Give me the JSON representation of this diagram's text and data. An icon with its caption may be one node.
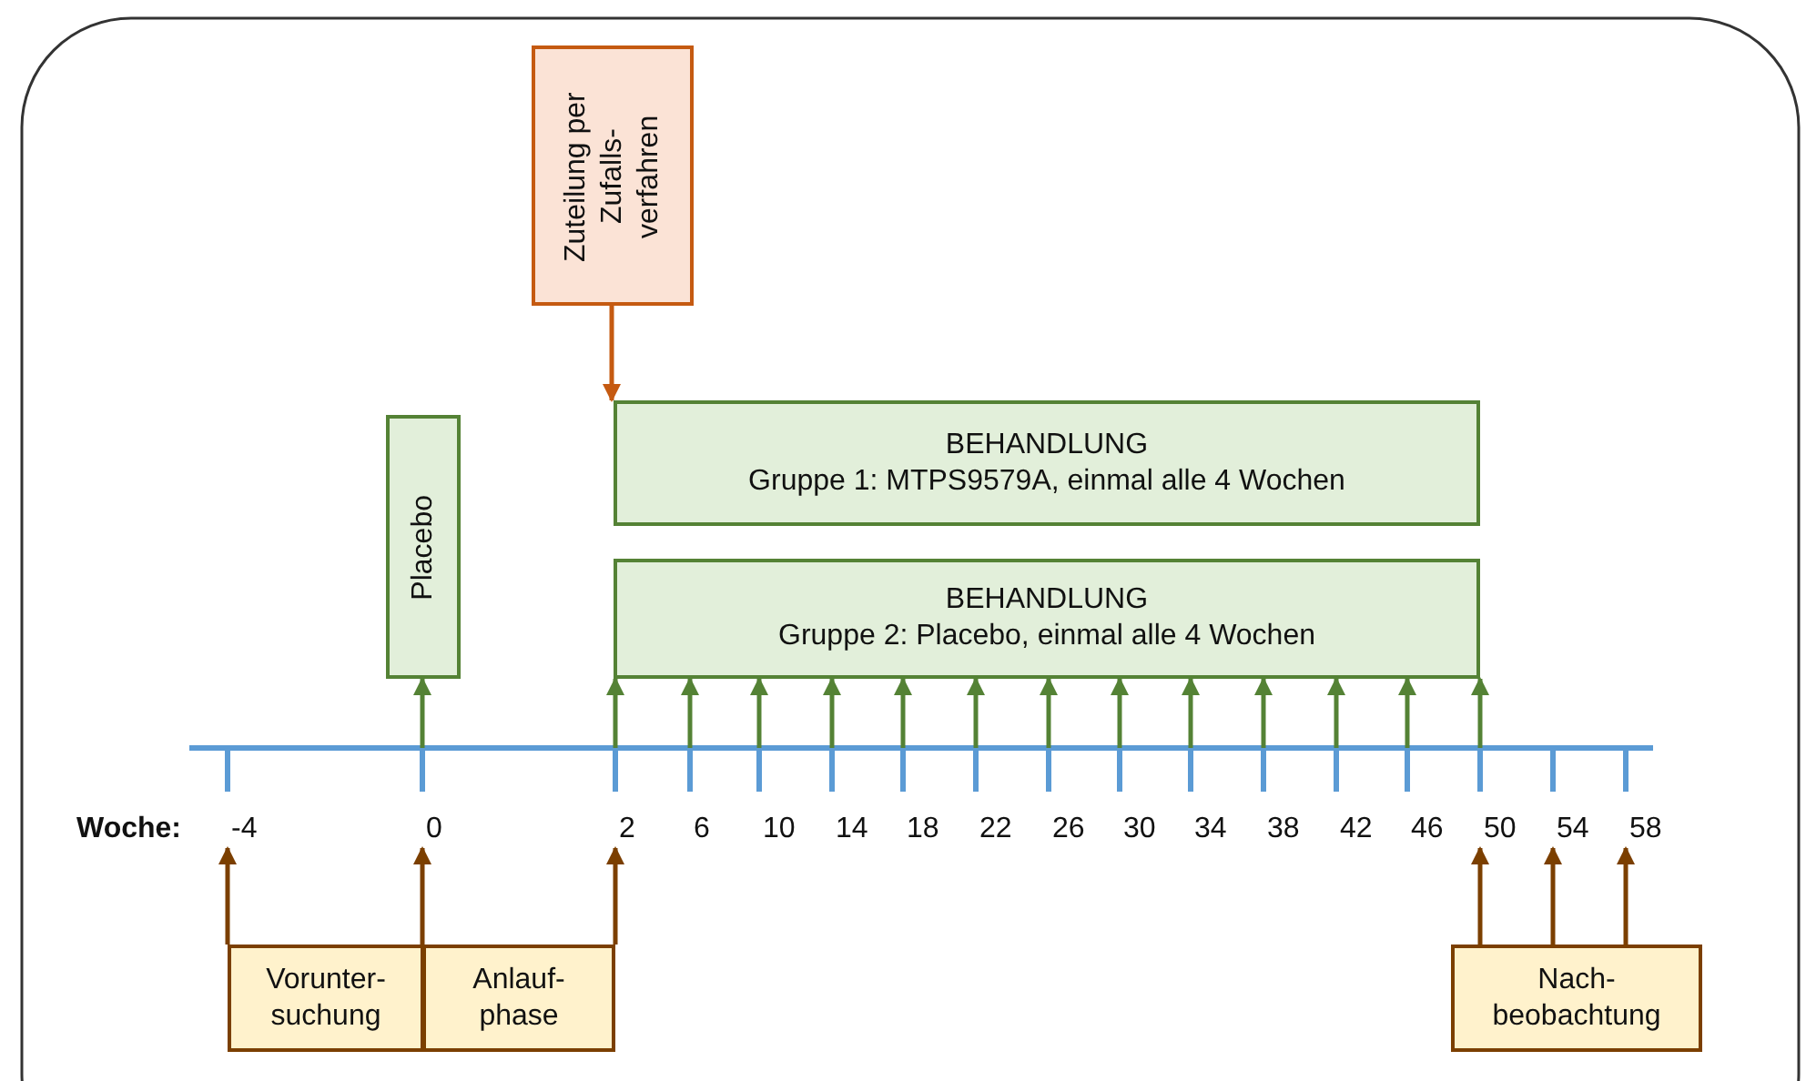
{
  "diagram": {
    "nodes": [
      {
        "text": [
          "Zuteilung per Zufalls- verfahren"
        ]
      },
      {
        "text": [
          "Placebo"
        ]
      },
      {
        "text": [
          "BEHANDLUNG",
          "Gruppe 1: MTPS9579A, einmal alle 4 Wochen"
        ]
      },
      {
        "text": [
          "BEHANDLUNG",
          "Gruppe 2: Placebo, einmal alle 4 Wochen"
        ]
      },
      {
        "text": [
          "Vorunter- suchung"
        ]
      },
      {
        "text": [
          "Anlauf- phase"
        ]
      },
      {
        "text": [
          "Nach- beobachtung"
        ]
      },
      {
        "text": [
          "-4"
        ]
      },
      {
        "text": [
          "0"
        ]
      },
      {
        "text": [
          "2"
        ]
      },
      {
        "text": [
          "50"
        ]
      },
      {
        "text": [
          "54"
        ]
      },
      {
        "text": [
          "58"
        ]
      }
    ],
    "edges": [
      {
        "from": 0,
        "to": 2,
        "arrow": "to",
        "color": "#c55a11"
      },
      {
        "from": null,
        "to": 1,
        "arrow": "to"
      },
      {
        "from": null,
        "to": 3,
        "arrow": "to"
      },
      {
        "from": null,
        "to": 3,
        "arrow": "to"
      },
      {
        "from": null,
        "to": 3,
        "arrow": "to"
      },
      {
        "from": null,
        "to": 3,
        "arrow": "to"
      },
      {
        "from": null,
        "to": 3,
        "arrow": "to"
      },
      {
        "from": null,
        "to": 3,
        "arrow": "to"
      },
      {
        "from": null,
        "to": 3,
        "arrow": "to"
      },
      {
        "from": null,
        "to": 3,
        "arrow": "to"
      },
      {
        "from": null,
        "to": 3,
        "arrow": "to"
      },
      {
        "from": null,
        "to": 3,
        "arrow": "to"
      },
      {
        "from": null,
        "to": 3,
        "arrow": "to"
      },
      {
        "from": null,
        "to": 3,
        "arrow": "to"
      },
      {
        "from": null,
        "to": 3,
        "arrow": "to"
      },
      {
        "from": 4,
        "to": 7,
        "arrow": "to",
        "color": "#7b3f00"
      },
      {
        "from": 5,
        "to": 8,
        "arrow": "to",
        "color": "#7b3f00"
      },
      {
        "from": 5,
        "to": 9,
        "arrow": "to",
        "color": "#7b3f00"
      },
      {
        "from": 6,
        "to": 10,
        "arrow": "to",
        "color": "#7b3f00"
      },
      {
        "from": 6,
        "to": 11,
        "arrow": "to",
        "color": "#7b3f00"
      },
      {
        "from": 6,
        "to": 12,
        "arrow": "to",
        "color": "#7b3f00"
      }
    ],
    "labels": [
      "Woche:",
      "6",
      "10",
      "14",
      "18",
      "22",
      "26",
      "30",
      "34",
      "38",
      "42",
      "46"
    ]
  }
}
